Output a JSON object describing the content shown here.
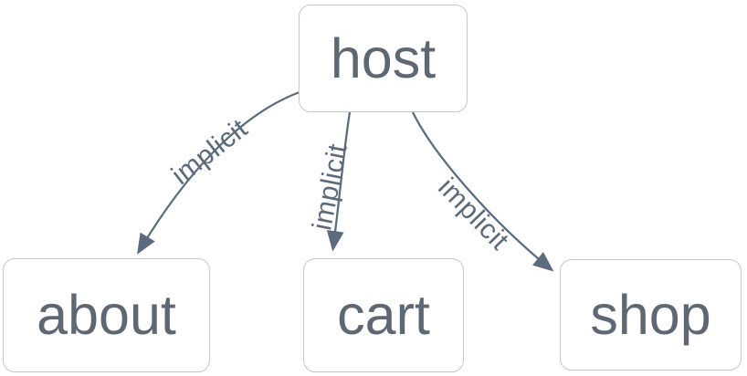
{
  "diagram": {
    "type": "flowchart",
    "nodes": [
      {
        "id": "host",
        "label": "host"
      },
      {
        "id": "about",
        "label": "about"
      },
      {
        "id": "cart",
        "label": "cart"
      },
      {
        "id": "shop",
        "label": "shop"
      }
    ],
    "edges": [
      {
        "from": "host",
        "to": "about",
        "label": "implicit",
        "arrow": "triangle"
      },
      {
        "from": "host",
        "to": "cart",
        "label": "implicit",
        "arrow": "triangle"
      },
      {
        "from": "host",
        "to": "shop",
        "label": "implicit",
        "arrow": "triangle"
      }
    ],
    "colors": {
      "background": "#ffffff",
      "node_fill": "#ffffff",
      "node_border": "#c5c8cc",
      "node_text": "#5e6874",
      "edge": "#5c6a7d"
    }
  }
}
